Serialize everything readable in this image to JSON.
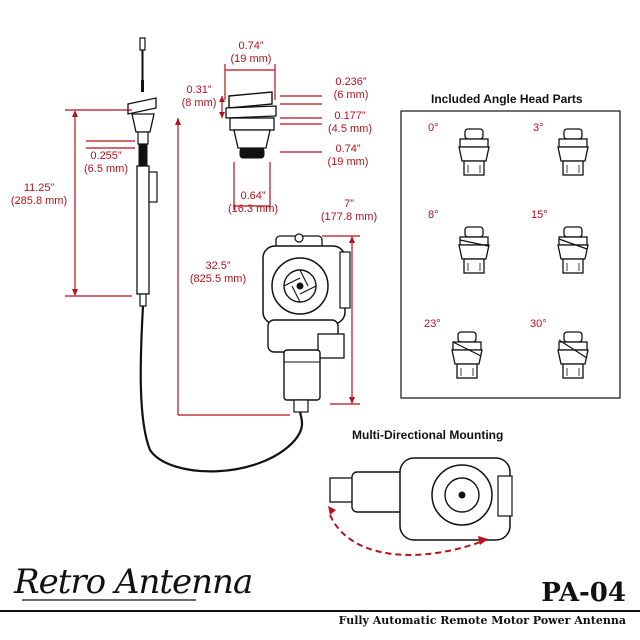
{
  "dimensions": {
    "top_width_in": "0.74”",
    "top_width_mm": "(19 mm)",
    "left_height_in": "0.31”",
    "left_height_mm": "(8 mm)",
    "r1_in": "0.236”",
    "r1_mm": "(6 mm)",
    "r2_in": "0.177”",
    "r2_mm": "(4.5 mm)",
    "r3_in": "0.74”",
    "r3_mm": "(19 mm)",
    "bottom_in": "0.64”",
    "bottom_mm": "(16.3 mm)",
    "mast_dia_in": "0.255”",
    "mast_dia_mm": "(6.5 mm)",
    "mast_len_in": "11.25”",
    "mast_len_mm": "(285.8 mm)",
    "cable_in": "32.5”",
    "cable_mm": "(825.5 mm)",
    "motor_w_in": "7”",
    "motor_w_mm": "(177.8 mm)"
  },
  "angle_head_parts": {
    "title": "Included Angle Head Parts",
    "angles": [
      "0°",
      "3°",
      "8°",
      "15°",
      "23°",
      "30°"
    ]
  },
  "mounting": {
    "title": "Multi-Directional Mounting"
  },
  "brand": {
    "logo": "Retro Antenna",
    "model": "PA-04",
    "tagline": "Fully Automatic Remote Motor Power Antenna"
  },
  "colors": {
    "dimension": "#b5121b",
    "ink": "#111111"
  }
}
